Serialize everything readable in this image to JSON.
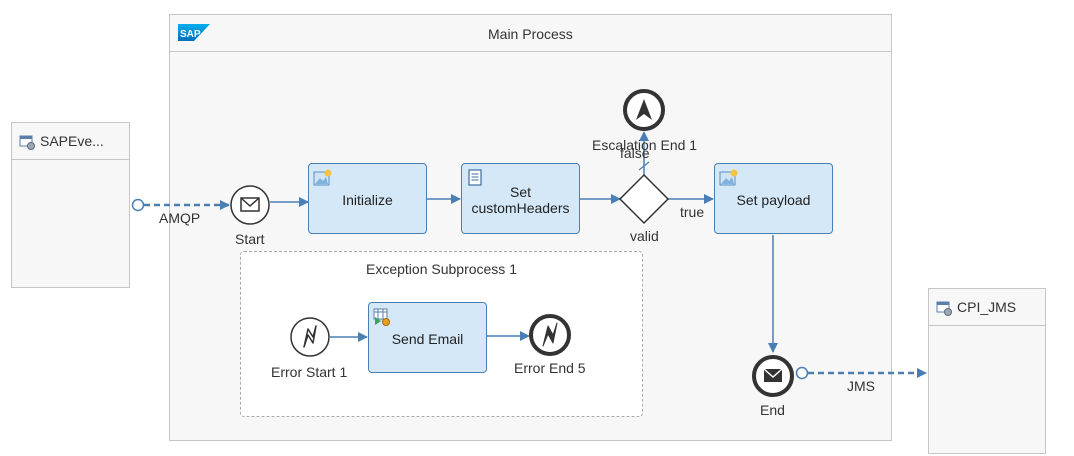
{
  "main_process": {
    "title": "Main Process",
    "logo_text": "SAP"
  },
  "participants": {
    "sender": {
      "label": "SAPEve...",
      "icon": "participant-icon"
    },
    "receiver": {
      "label": "CPI_JMS",
      "icon": "participant-icon"
    }
  },
  "flows": {
    "amqp_label": "AMQP",
    "jms_label": "JMS"
  },
  "events": {
    "start": "Start",
    "end": "End",
    "escalation_end": "Escalation End 1",
    "error_start": "Error Start 1",
    "error_end": "Error End 5"
  },
  "tasks": {
    "initialize": "Initialize",
    "set_custom_headers": "Set\ncustomHeaders",
    "set_payload": "Set payload",
    "send_email": "Send Email"
  },
  "gateway": {
    "label": "valid",
    "true_label": "true",
    "false_label": "false"
  },
  "subprocess": {
    "title": "Exception Subprocess 1"
  },
  "colors": {
    "flow": "#4a7fb5",
    "task_fill": "#d4e8f7",
    "event_stroke": "#333333",
    "lane_bg": "#f7f7f7"
  }
}
